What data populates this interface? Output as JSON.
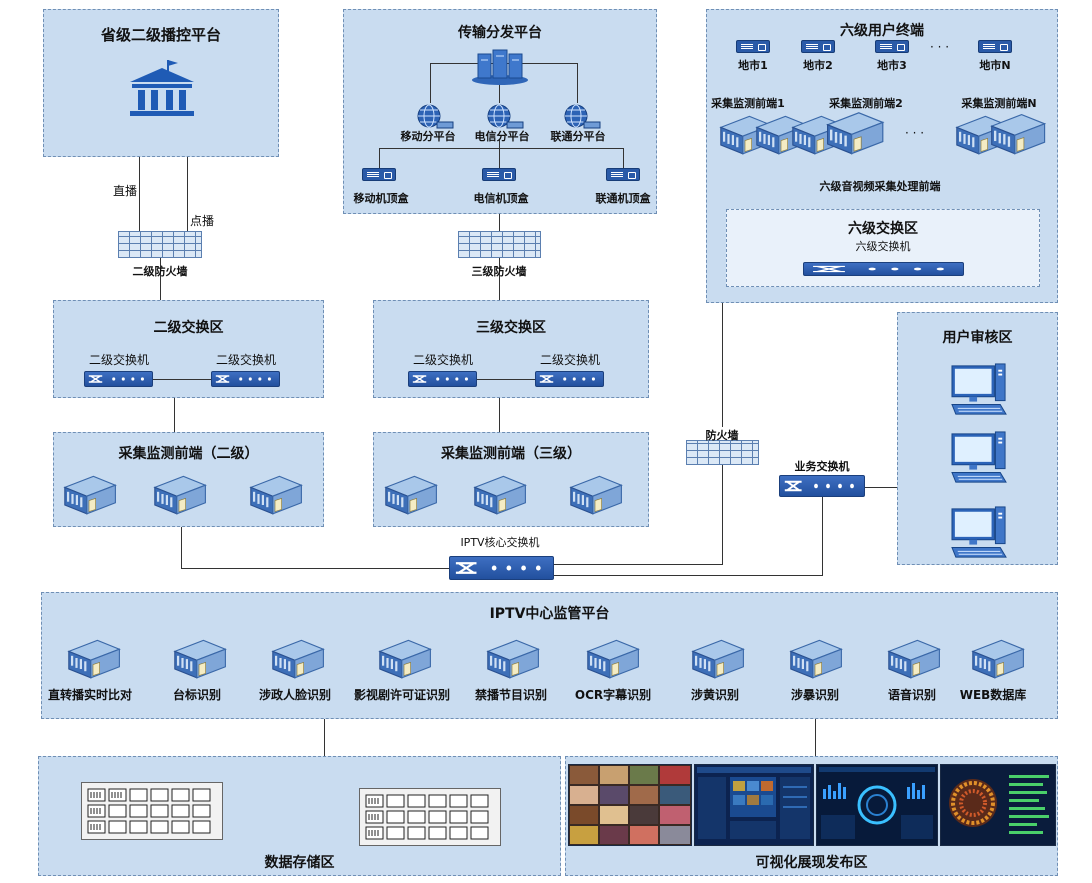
{
  "zones": {
    "provincial": "省级二级播控平台",
    "transmission": "传输分发平台",
    "level6": "六级用户终端",
    "level6_switch_zone": "六级交换区",
    "level6_switch": "六级交换机",
    "level2_zone": "二级交换区",
    "level3_zone": "三级交换区",
    "collect2": "采集监测前端（二级）",
    "collect3": "采集监测前端（三级）",
    "review": "用户审核区",
    "center": "IPTV中心监管平台",
    "storage": "数据存储区",
    "visual": "可视化展现发布区"
  },
  "provincial": {
    "live": "直播",
    "vod": "点播"
  },
  "transmission": {
    "subs": [
      "移动分平台",
      "电信分平台",
      "联通分平台"
    ],
    "stbs": [
      "移动机顶盒",
      "电信机顶盒",
      "联通机顶盒"
    ]
  },
  "level6": {
    "cities": [
      "地市1",
      "地市2",
      "地市3",
      "地市N"
    ],
    "dots": "· · ·",
    "fronts": [
      "采集监测前端1",
      "采集监测前端2",
      "采集监测前端N"
    ],
    "front_dots": "· · ·",
    "caption": "六级音视频采集处理前端"
  },
  "firewalls": {
    "fw2": "二级防火墙",
    "fw3": "三级防火墙",
    "fw": "防火墙"
  },
  "switches": {
    "l2": [
      "二级交换机",
      "二级交换机"
    ],
    "l3": [
      "二级交换机",
      "二级交换机"
    ],
    "biz": "业务交换机",
    "core": "IPTV核心交换机"
  },
  "center_items": [
    "直转播实时比对",
    "台标识别",
    "涉政人脸识别",
    "影视剧许可证识别",
    "禁播节目识别",
    "OCR字幕识别",
    "涉黄识别",
    "涉暴识别",
    "语音识别",
    "WEB数据库"
  ],
  "colors": {
    "zone": "#c9dcf0",
    "inner": "#e9f1fa",
    "border": "#6f8fb5",
    "device": "#2a5aa8"
  }
}
